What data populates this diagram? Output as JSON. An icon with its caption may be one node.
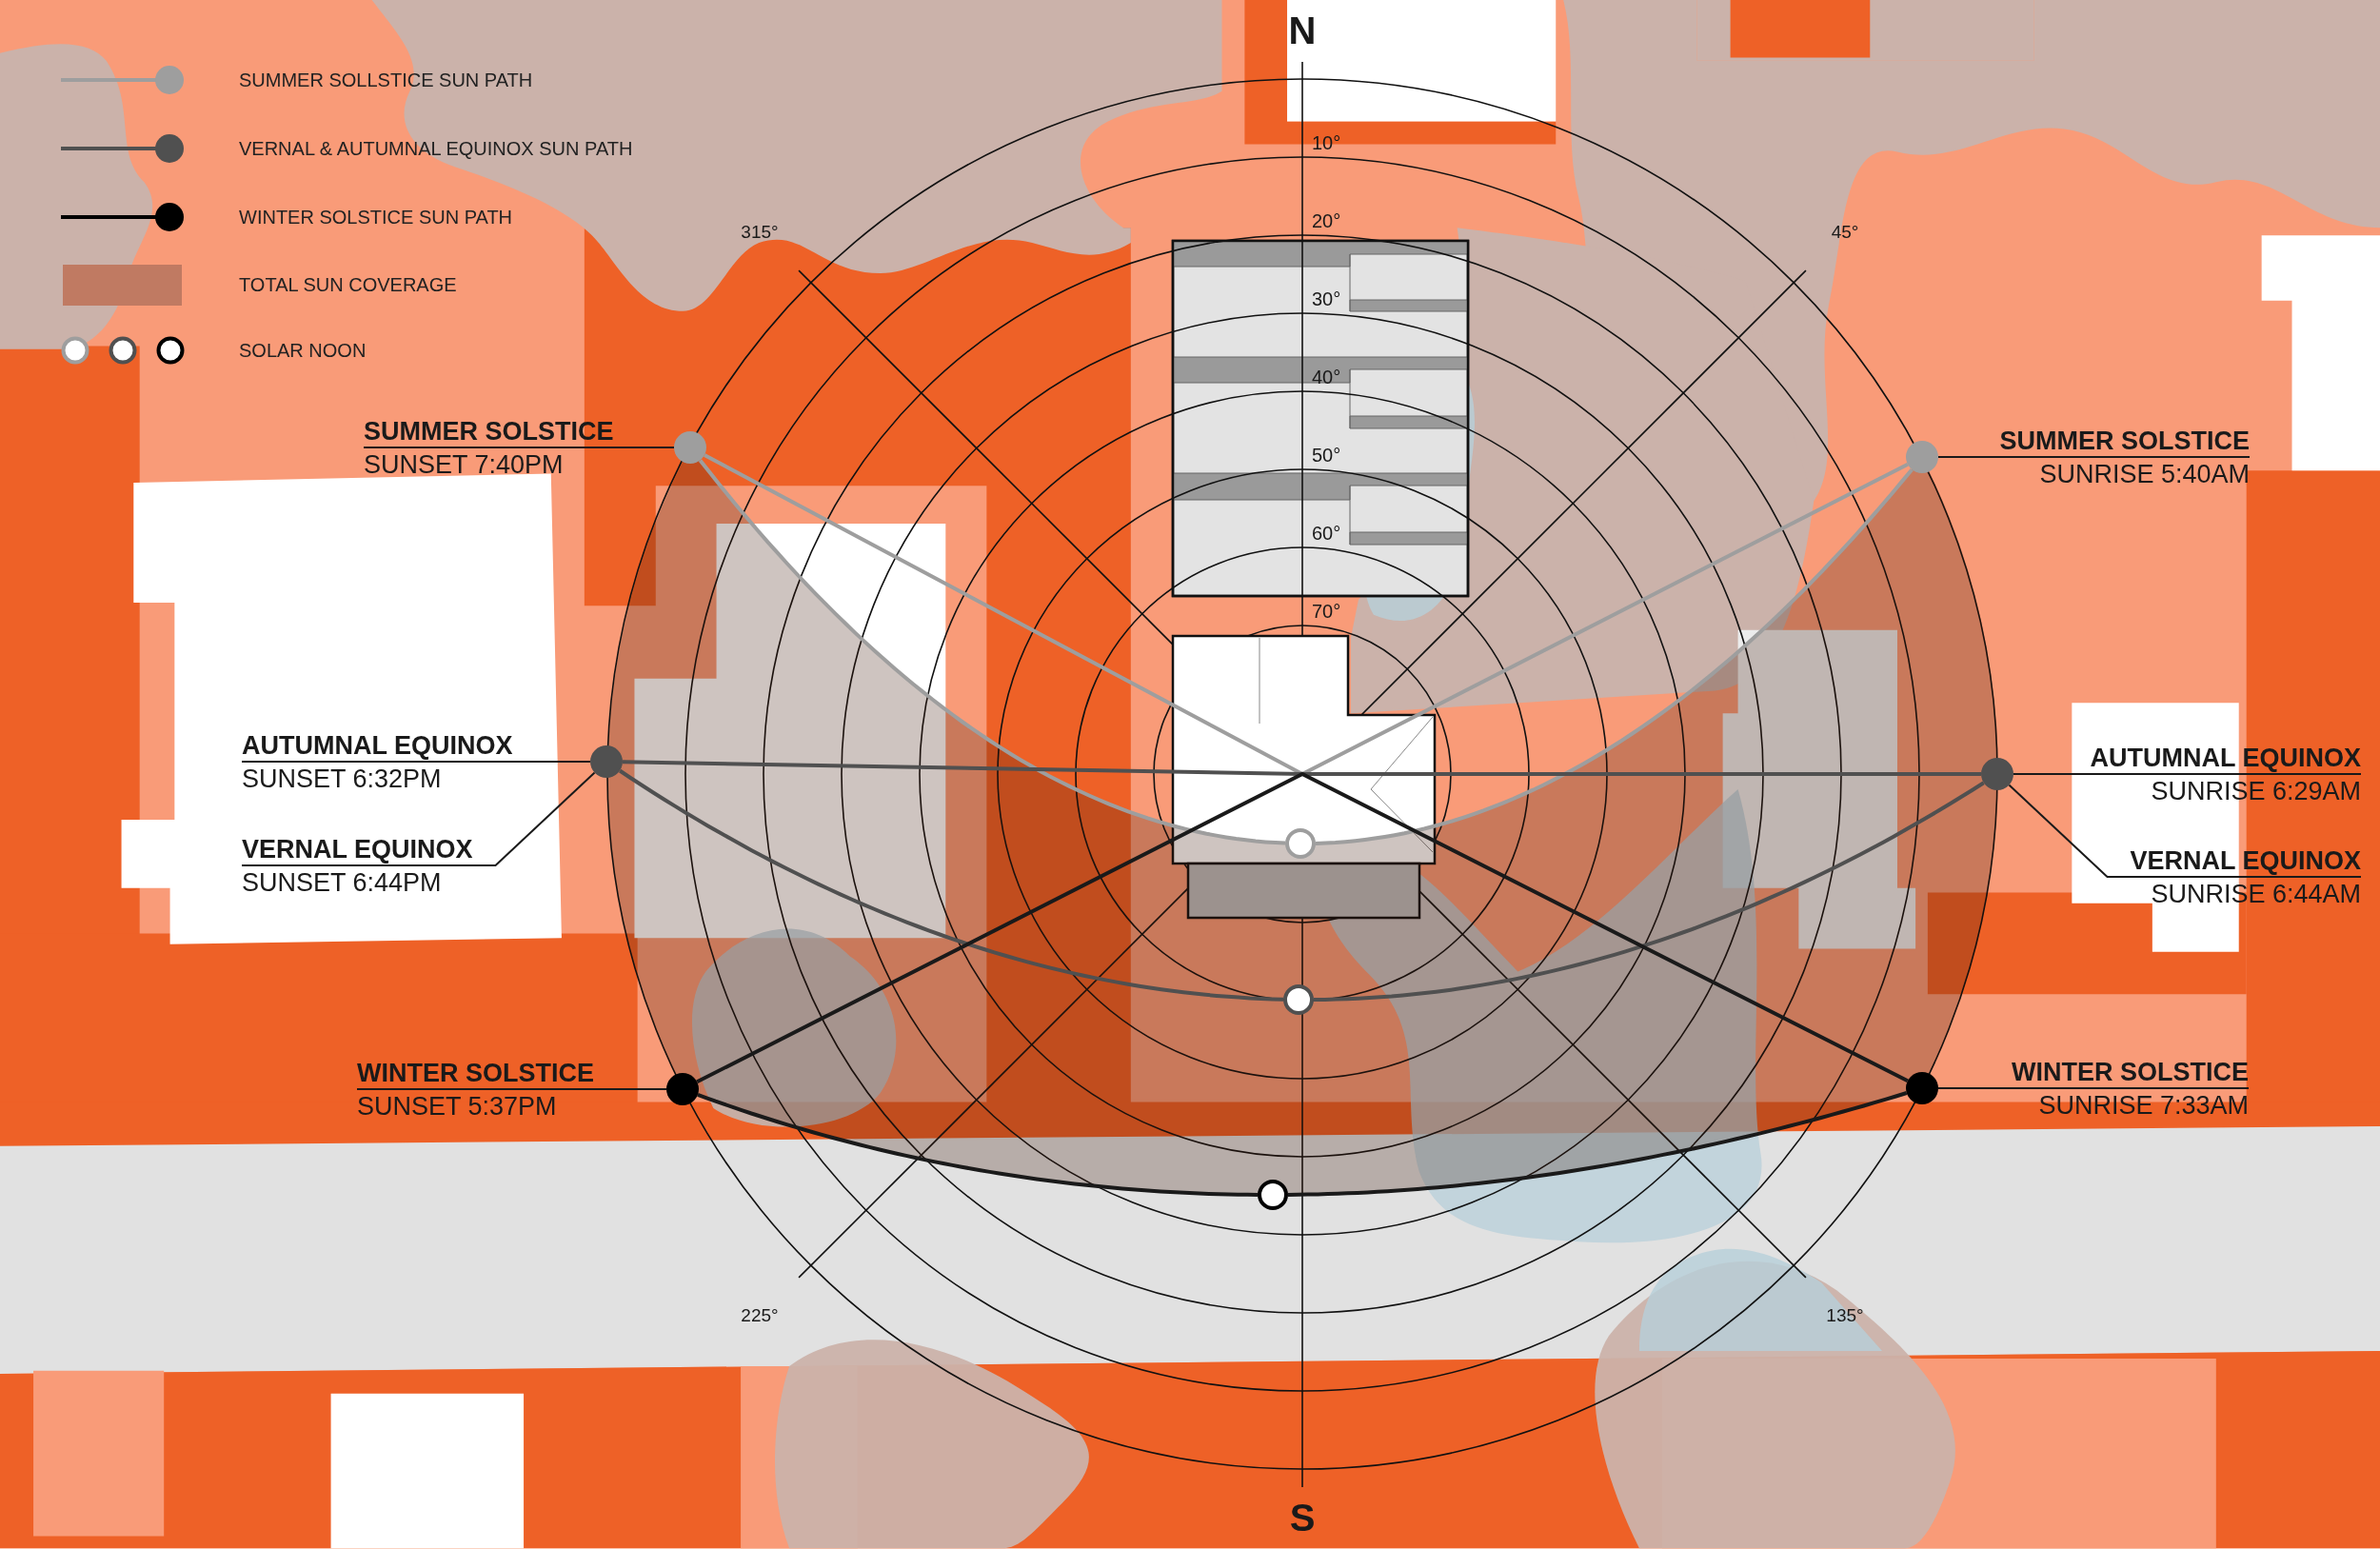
{
  "diagram": {
    "nodes": [
      {
        "text": [
          "SUMMER SOLSTICE",
          "SUNSET 7:40PM"
        ]
      },
      {
        "text": [
          "SUMMER SOLSTICE",
          "SUNRISE 5:40AM"
        ]
      },
      {
        "text": [
          "AUTUMNAL EQUINOX",
          "SUNSET 6:32PM"
        ]
      },
      {
        "text": [
          "AUTUMNAL EQUINOX",
          "SUNRISE 6:29AM"
        ]
      },
      {
        "text": [
          "VERNAL EQUINOX",
          "SUNSET 6:44PM"
        ]
      },
      {
        "text": [
          "VERNAL EQUINOX",
          "SUNRISE 6:44AM"
        ]
      },
      {
        "text": [
          "WINTER SOLSTICE",
          "SUNSET 5:37PM"
        ]
      },
      {
        "text": [
          "WINTER SOLSTICE",
          "SUNRISE 7:33AM"
        ]
      },
      {
        "text": [],
        "shape": "circle"
      },
      {
        "text": [],
        "shape": "circle"
      },
      {
        "text": [],
        "shape": "circle"
      },
      {
        "text": [],
        "shape": "circle"
      },
      {
        "text": [],
        "shape": "circle"
      },
      {
        "text": [],
        "shape": "circle"
      },
      {
        "text": [],
        "shape": "circle"
      },
      {
        "text": [],
        "shape": "circle"
      },
      {
        "text": [],
        "shape": "circle"
      }
    ],
    "edges": [
      {
        "from": 0,
        "to": 8,
        "arrow": "none"
      },
      {
        "from": 1,
        "to": 9,
        "arrow": "none"
      },
      {
        "from": 2,
        "to": 10,
        "arrow": "none"
      },
      {
        "from": 3,
        "to": 11,
        "arrow": "none"
      },
      {
        "from": 4,
        "to": 10,
        "arrow": "none"
      },
      {
        "from": 5,
        "to": 11,
        "arrow": "none"
      },
      {
        "from": 6,
        "to": 14,
        "arrow": "none"
      },
      {
        "from": 7,
        "to": 15,
        "arrow": "none"
      },
      {
        "from": 9,
        "to": 12,
        "arrow": "none",
        "color": "#9e9e9e"
      },
      {
        "from": 12,
        "to": 8,
        "arrow": "none",
        "color": "#9e9e9e"
      },
      {
        "from": 8,
        "to": 9,
        "arrow": "none",
        "color": "#9e9e9e"
      },
      {
        "from": 11,
        "to": 13,
        "arrow": "none",
        "color": "#505050"
      },
      {
        "from": 13,
        "to": 10,
        "arrow": "none",
        "color": "#505050"
      },
      {
        "from": 10,
        "to": 11,
        "arrow": "none",
        "color": "#505050"
      },
      {
        "from": 15,
        "to": 16,
        "arrow": "none"
      },
      {
        "from": 16,
        "to": 14,
        "arrow": "none"
      },
      {
        "from": 14,
        "to": 15,
        "arrow": "none"
      }
    ],
    "labels": [
      "N",
      "10°",
      "20°",
      "315°",
      "45°",
      "30°",
      "40°",
      "50°",
      "60°",
      "70°",
      "225°",
      "135°",
      "S"
    ],
    "legend": [
      {
        "text": "SUMMER SOLLSTICE SUN PATH"
      },
      {
        "text": "VERNAL & AUTUMNAL EQUINOX SUN PATH"
      },
      {
        "text": "WINTER SOLSTICE SUN PATH"
      },
      {
        "text": "TOTAL SUN COVERAGE",
        "color": "#c07a62"
      },
      {
        "text": "SOLAR NOON"
      }
    ]
  }
}
